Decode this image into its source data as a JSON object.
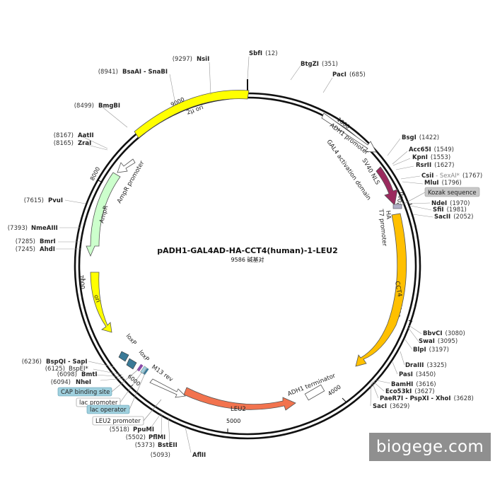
{
  "plasmid": {
    "name": "pADH1-GAL4AD-HA-CCT4(human)-1-LEU2",
    "size_text": "9586 碱基对"
  },
  "ring_ticks": [
    {
      "label": "1000"
    },
    {
      "label": "2000"
    },
    {
      "label": "3000"
    },
    {
      "label": "4000"
    },
    {
      "label": "5000"
    },
    {
      "label": "6000"
    },
    {
      "label": "7000"
    },
    {
      "label": "8000"
    },
    {
      "label": "9000"
    }
  ],
  "sites": [
    {
      "name": "SbfI",
      "pos": "(12)"
    },
    {
      "name": "BtgZI",
      "pos": "(351)"
    },
    {
      "name": "PacI",
      "pos": "(685)"
    },
    {
      "name": "BsgI",
      "pos": "(1422)"
    },
    {
      "name": "Acc65I",
      "pos": "(1549)"
    },
    {
      "name": "KpnI",
      "pos": "(1553)"
    },
    {
      "name": "RsrII",
      "pos": "(1627)"
    },
    {
      "name": "CsiI",
      "extra": " - SexAI*",
      "pos": "(1767)"
    },
    {
      "name": "MluI",
      "pos": "(1796)"
    },
    {
      "name": "NdeI",
      "pos": "(1970)"
    },
    {
      "name": "SfiI",
      "pos": "(1981)"
    },
    {
      "name": "SacII",
      "pos": "(2052)"
    },
    {
      "name": "BbvCI",
      "pos": "(3080)"
    },
    {
      "name": "SwaI",
      "pos": "(3095)"
    },
    {
      "name": "BlpI",
      "pos": "(3197)"
    },
    {
      "name": "DraIII",
      "pos": "(3325)"
    },
    {
      "name": "PasI",
      "pos": "(3450)"
    },
    {
      "name": "BamHI",
      "pos": "(3616)"
    },
    {
      "name": "Eco53kI",
      "pos": "(3627)"
    },
    {
      "name": "PaeR7I - PspXI - XhoI",
      "pos": "(3628)"
    },
    {
      "name": "SacI",
      "pos": "(3629)"
    },
    {
      "name": "AflII",
      "pos": "(5093)"
    },
    {
      "name": "BstEII",
      "pos": "(5373)"
    },
    {
      "name": "PflMI",
      "pos": "(5502)"
    },
    {
      "name": "PpuMI",
      "pos": "(5518)"
    },
    {
      "name": "NheI",
      "pos": "(6094)"
    },
    {
      "name": "BmtI",
      "pos": "(6098)"
    },
    {
      "name": "BspEI*",
      "pos": "(6125)"
    },
    {
      "name": "BspQI - SapI",
      "pos": "(6236)"
    },
    {
      "name": "AhdI",
      "pos": "(7245)"
    },
    {
      "name": "BmrI",
      "pos": "(7285)"
    },
    {
      "name": "NmeAIII",
      "pos": "(7393)"
    },
    {
      "name": "PvuI",
      "pos": "(7615)"
    },
    {
      "name": "ZraI",
      "pos": "(8165)"
    },
    {
      "name": "AatII",
      "pos": "(8167)"
    },
    {
      "name": "BmgBI",
      "pos": "(8499)"
    },
    {
      "name": "BsaAI - SnaBI",
      "pos": "(8941)"
    },
    {
      "name": "NsiI",
      "pos": "(9297)"
    }
  ],
  "features": {
    "two_micron_ori": "2μ ori",
    "adh1_promoter": "ADH1 promoter",
    "gal4_ad": "GAL4 activation domain",
    "sv40_nls": "SV40 NLS",
    "ha": "HA",
    "t7_promoter": "T7 promoter",
    "kozak": "Kozak sequence",
    "cct4": "CCT4",
    "adh1_terminator": "ADH1 terminator",
    "leu2": "LEU2",
    "leu2_promoter": "LEU2 promoter",
    "lac_operator": "lac operator",
    "lac_promoter": "lac promoter",
    "cap_site": "CAP binding site",
    "m13_rev": "M13 rev",
    "loxp_1": "loxP",
    "loxp_2": "loxP",
    "ori": "ori",
    "ampr": "AmpR",
    "ampr_promoter": "AmpR promoter"
  },
  "colors": {
    "two_micron_ori": "#ffff00",
    "gal4_ad": "#9b2a5e",
    "cct4": "#ffc000",
    "leu2": "#f2734e",
    "ori": "#ffff00",
    "ampr": "#ccffcc",
    "loxp": "#3b7a97",
    "lac_box": "#9fd0de"
  },
  "watermark": "biogege.com"
}
